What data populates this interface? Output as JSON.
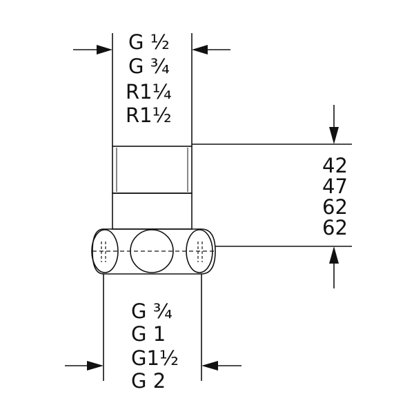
{
  "colors": {
    "ink": "#111111",
    "paper": "#ffffff"
  },
  "top_thread_sizes": [
    "G ½",
    "G ¾",
    "R1¼",
    "R1½"
  ],
  "bottom_thread_sizes": [
    "G ¾",
    "G 1",
    "G1½",
    "G 2"
  ],
  "height_dimensions": [
    "42",
    "47",
    "62",
    "62"
  ]
}
